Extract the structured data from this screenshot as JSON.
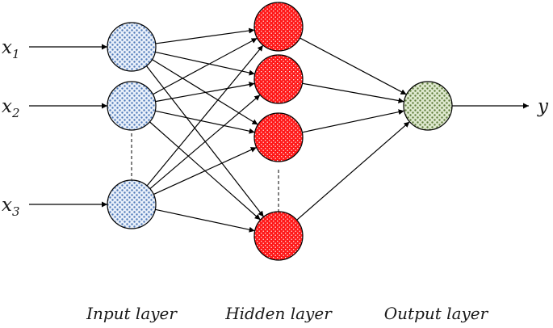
{
  "inputs": [
    {
      "id": "x1",
      "base": "x",
      "sub": "1"
    },
    {
      "id": "x2",
      "base": "x",
      "sub": "2"
    },
    {
      "id": "x3",
      "base": "x",
      "sub": "3"
    }
  ],
  "output_label": "y",
  "layers": {
    "input": "Input layer",
    "hidden": "Hidden layer",
    "output": "Output layer"
  },
  "colors": {
    "input_fill": "#e9f0fa",
    "input_dots": "#4f79b8",
    "hidden_fill": "#ff1a1a",
    "hidden_dots": "#ffffff",
    "output_fill": "#dfe9cf",
    "output_dots": "#5e7c3b",
    "stroke": "#000000"
  }
}
